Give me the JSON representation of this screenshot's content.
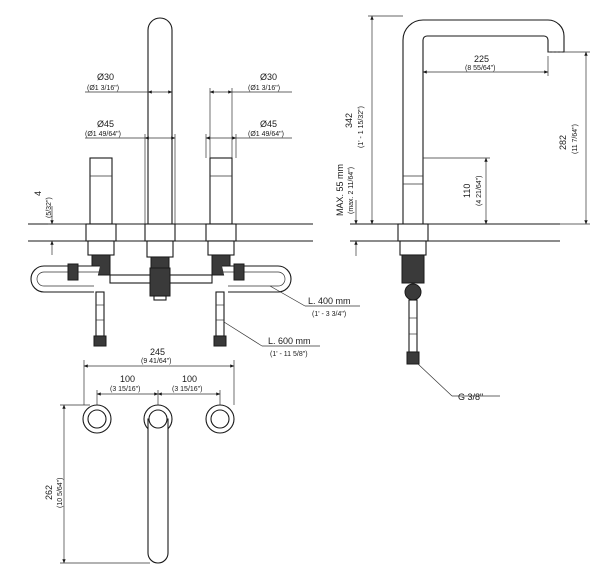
{
  "front": {
    "d30_left": "Ø30",
    "d30_left_in": "(Ø1 3/16\")",
    "d30_right": "Ø30",
    "d30_right_in": "(Ø1 3/16\")",
    "d45_left": "Ø45",
    "d45_left_in": "(Ø1 49/64\")",
    "d45_right": "Ø45",
    "d45_right_in": "(Ø1 49/64\")",
    "dim4": "4",
    "dim4_in": "(5/32\")",
    "hose400": "L. 400 mm",
    "hose400_in": "(1' - 3 3/4\")",
    "hose600": "L. 600 mm",
    "hose600_in": "(1' - 11 5/8\")"
  },
  "side": {
    "dim225": "225",
    "dim225_in": "(8 55/64\")",
    "dim342": "342",
    "dim342_in": "(1' - 1 15/32\")",
    "dim282": "282",
    "dim282_in": "(11 7/64\")",
    "dim110": "110",
    "dim110_in": "(4 21/64\")",
    "maxdeck": "MAX. 55 mm",
    "maxdeck_in": "(max. 2 11/64\")",
    "thread": "G 3/8\""
  },
  "plan": {
    "dim245": "245",
    "dim245_in": "(9 41/64\")",
    "dim100a": "100",
    "dim100a_in": "(3 15/16\")",
    "dim100b": "100",
    "dim100b_in": "(3 15/16\")",
    "dim262": "262",
    "dim262_in": "(10 5/64\")"
  }
}
